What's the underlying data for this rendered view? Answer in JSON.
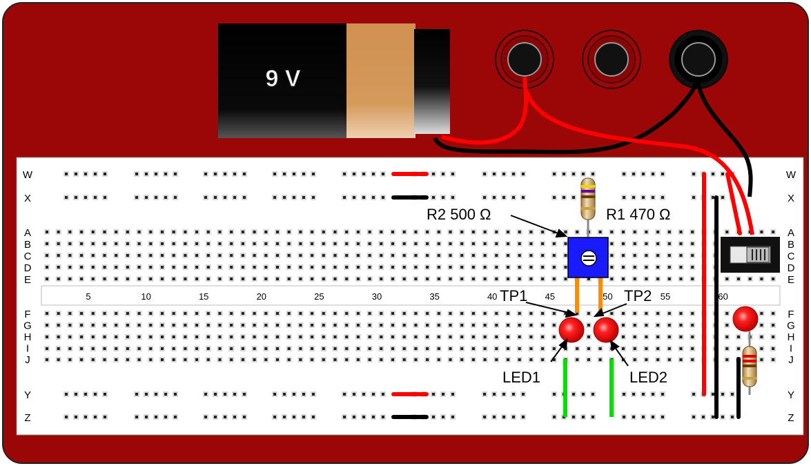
{
  "battery": {
    "label": "9 V"
  },
  "row_labels_top": [
    "W",
    "X"
  ],
  "row_labels_main_top": [
    "A",
    "B",
    "C",
    "D",
    "E"
  ],
  "row_labels_main_bottom": [
    "F",
    "G",
    "H",
    "I",
    "J"
  ],
  "row_labels_bottom": [
    "Y",
    "Z"
  ],
  "column_numbers": [
    "5",
    "10",
    "15",
    "20",
    "25",
    "30",
    "35",
    "40",
    "45",
    "50",
    "55",
    "60"
  ],
  "components": {
    "r2_label": "R2  500 Ω",
    "r1_label": "R1  470 Ω",
    "tp1_label": "TP1",
    "tp2_label": "TP2",
    "led1_label": "LED1",
    "led2_label": "LED2"
  },
  "colors": {
    "base": "#9b0606",
    "wire_red": "#ff0000",
    "wire_black": "#000000",
    "wire_green": "#00e000",
    "pot_blue": "#1a1aff",
    "lead_orange": "#ff8c00",
    "led_red": "#ee0000"
  },
  "icons": {
    "battery": "battery-9v-icon",
    "jack": "banana-jack-icon",
    "switch": "slide-switch-icon",
    "potentiometer": "trimmer-pot-icon",
    "resistor": "resistor-icon",
    "led": "led-icon"
  }
}
